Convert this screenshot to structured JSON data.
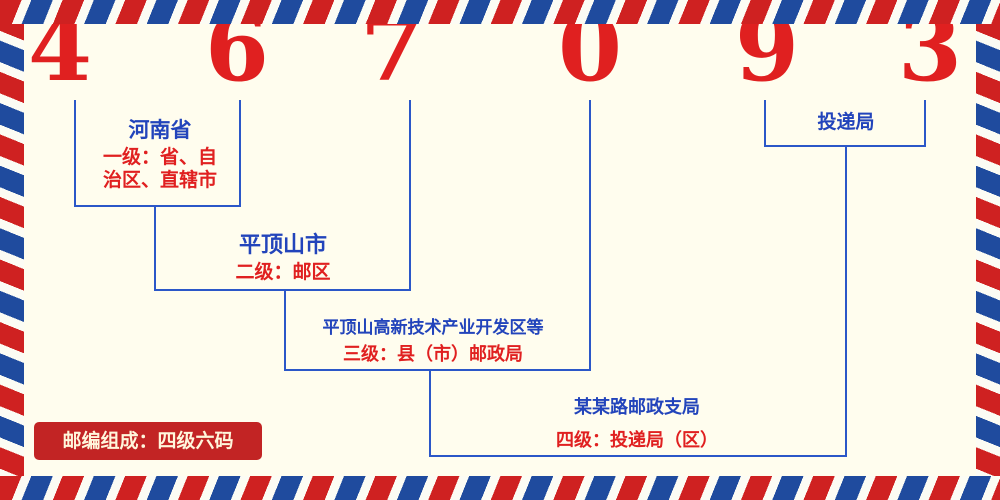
{
  "postal_code": {
    "digits": [
      "4",
      "6",
      "7",
      "0",
      "9",
      "3"
    ]
  },
  "annotations": {
    "level1": {
      "name": "河南省",
      "desc_lines": [
        "一级：省、自",
        "治区、直辖市"
      ]
    },
    "level2": {
      "name": "平顶山市",
      "desc": "二级：邮区"
    },
    "level3": {
      "name": "平顶山高新技术产业开发区等",
      "desc": "三级：县（市）邮政局"
    },
    "level4": {
      "name": "某某路邮政支局",
      "desc": "四级：投递局（区）"
    },
    "delivery": {
      "name": "投递局"
    }
  },
  "badge": {
    "text": "邮编组成：四级六码"
  },
  "colors": {
    "background": "#fffdee",
    "digit_red": "#e02020",
    "label_blue": "#2244bb",
    "desc_red": "#e02020",
    "line_blue": "#2b57c8",
    "badge_bg": "#c22424",
    "badge_text": "#fff6dc",
    "stripe_red": "#cf2121",
    "stripe_blue": "#1f4b9e",
    "stripe_white": "#fcfcf4"
  }
}
